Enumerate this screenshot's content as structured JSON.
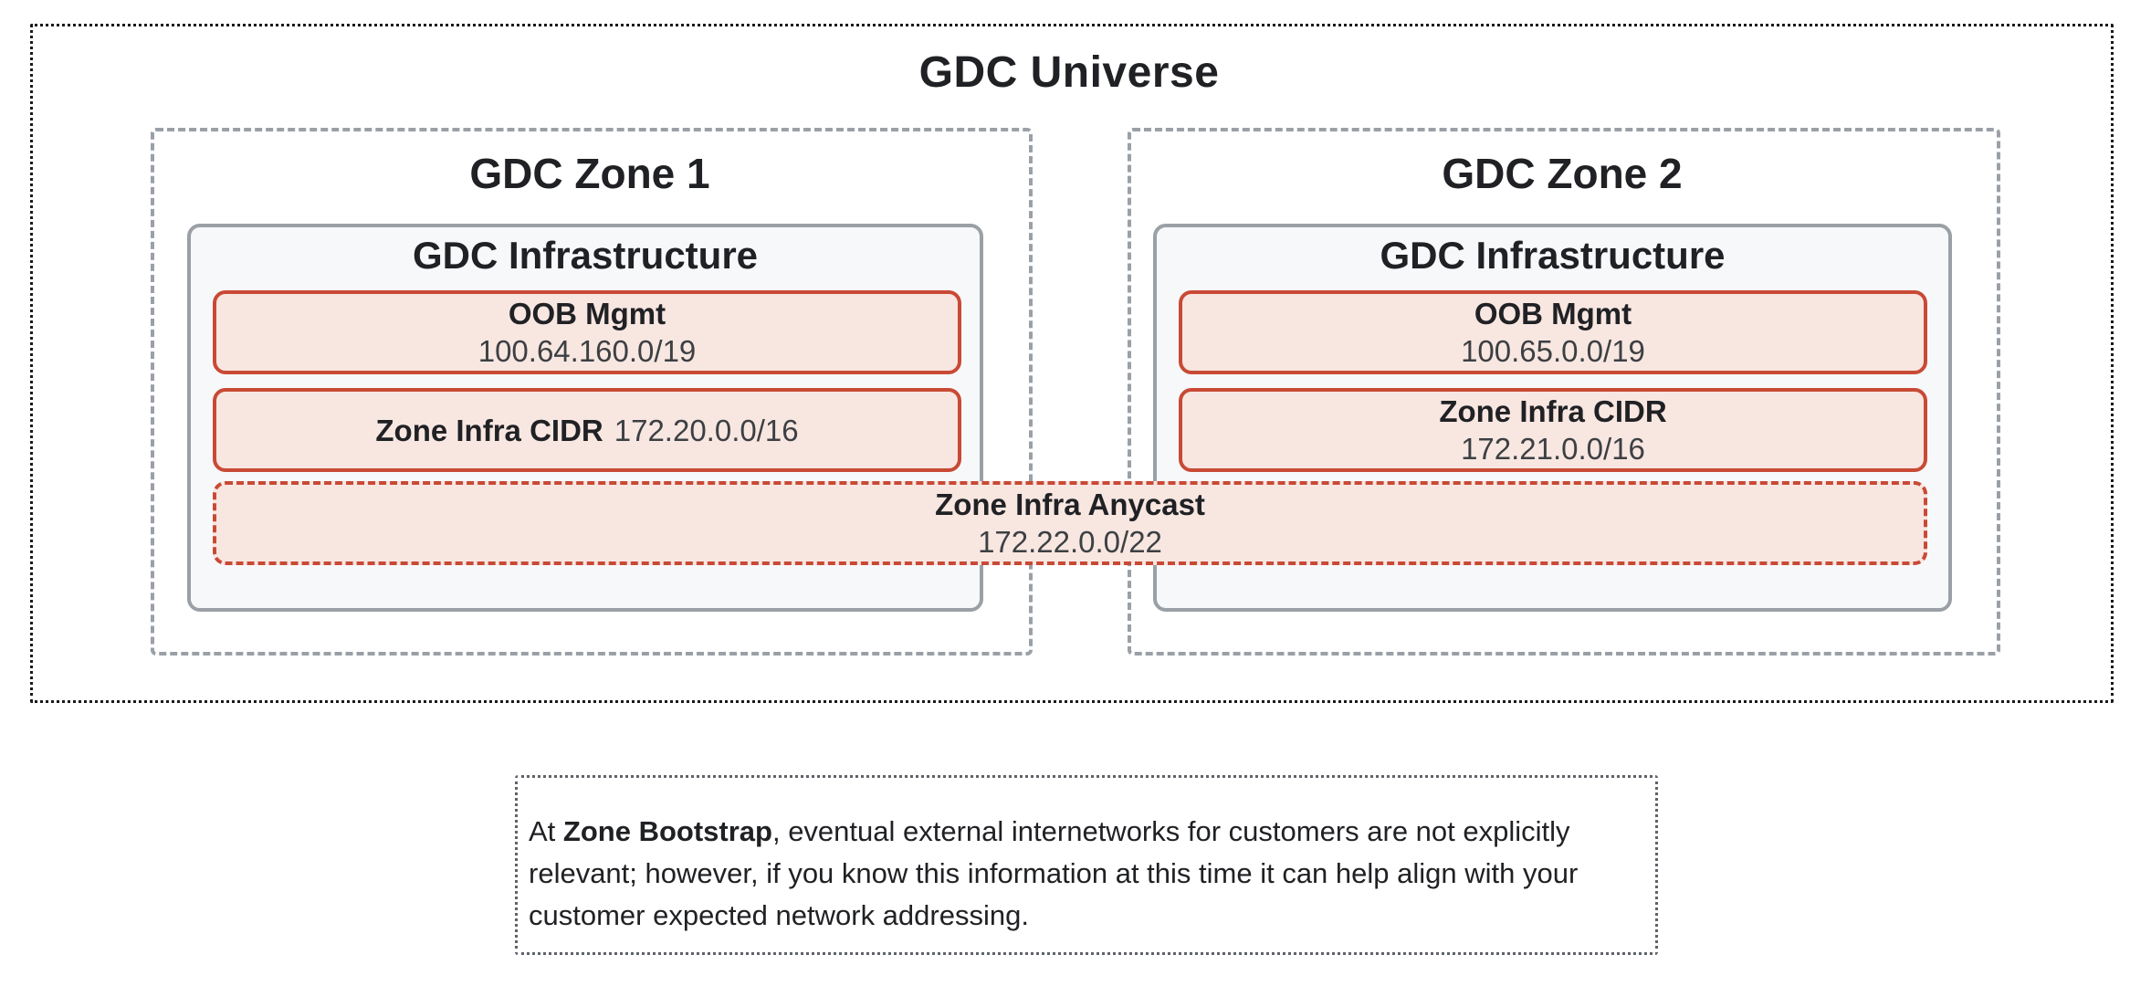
{
  "universe": {
    "title": "GDC Universe"
  },
  "zones": [
    {
      "title": "GDC Zone 1",
      "infrastructure": {
        "title": "GDC Infrastructure",
        "oob": {
          "label": "OOB Mgmt",
          "cidr": "100.64.160.0/19"
        },
        "zone_infra": {
          "label": "Zone Infra CIDR",
          "cidr": "172.20.0.0/16",
          "layout": "inline"
        }
      }
    },
    {
      "title": "GDC Zone 2",
      "infrastructure": {
        "title": "GDC Infrastructure",
        "oob": {
          "label": "OOB Mgmt",
          "cidr": "100.65.0.0/19"
        },
        "zone_infra": {
          "label": "Zone Infra CIDR",
          "cidr": "172.21.0.0/16",
          "layout": "stacked"
        }
      }
    }
  ],
  "anycast": {
    "label": "Zone Infra Anycast",
    "cidr": "172.22.0.0/22"
  },
  "note": {
    "prefix": "At ",
    "bold": "Zone Bootstrap",
    "rest": ", eventual external internetworks for customers are not explicitly relevant; however, if you know this information at this time it can help align with your customer expected network addressing."
  },
  "colors": {
    "accent_red_border": "#c84a35",
    "red_box_fill": "#f8e6e1",
    "gray_border": "#9aa0a6",
    "infra_fill": "#f7f8fa",
    "universe_dotted_border": "#1a1a1a",
    "note_dotted_border": "#5f6368",
    "heading_text": "#202124",
    "value_text": "#3c4043"
  }
}
